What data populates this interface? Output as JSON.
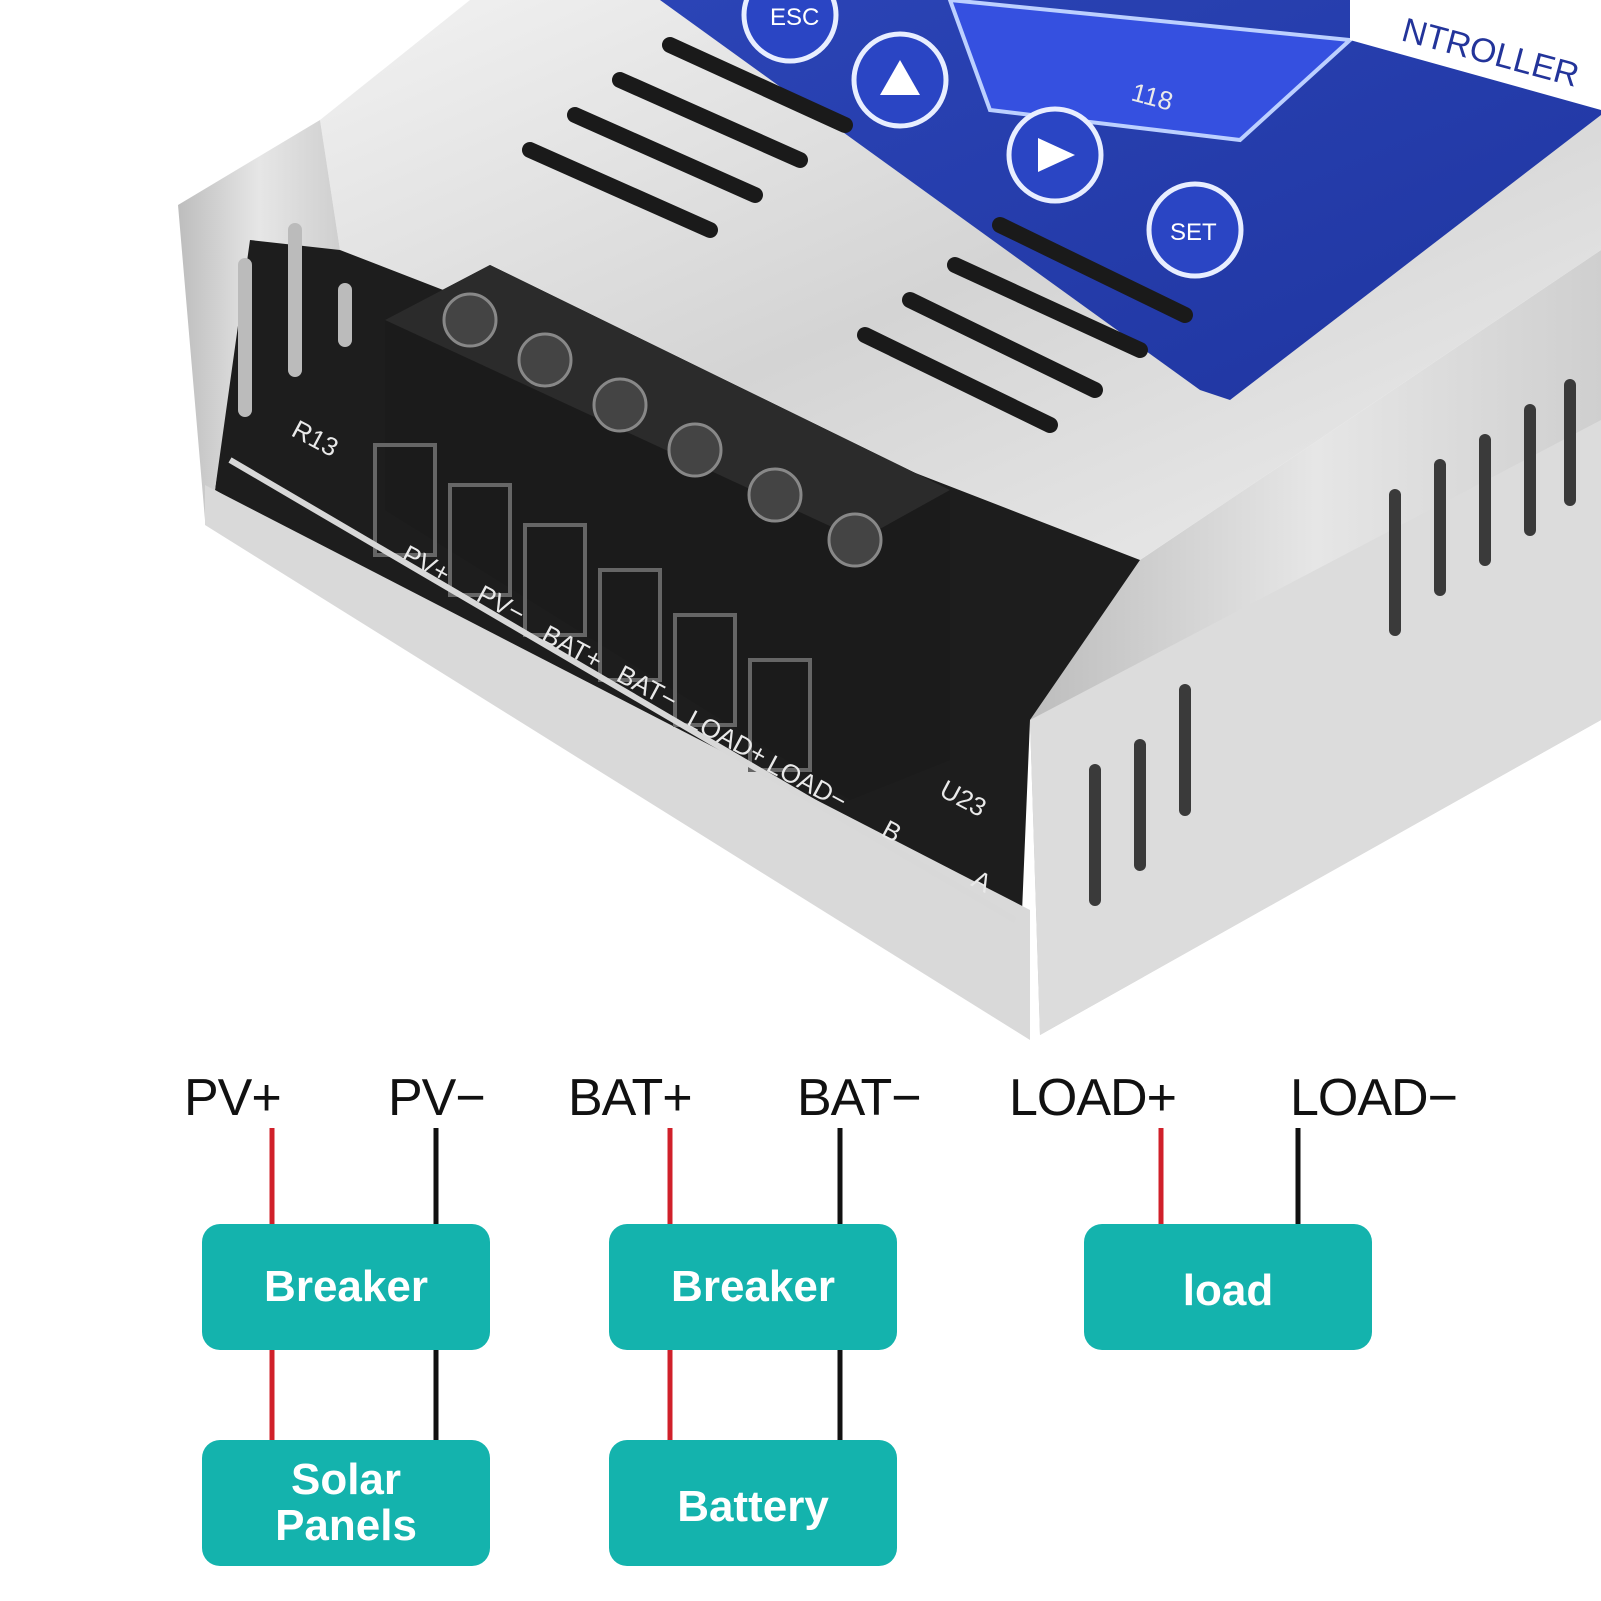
{
  "panel": {
    "brand_fragment": "NTROLLER",
    "lcd_readout": "118",
    "buttons": {
      "esc": "ESC",
      "up": "up-arrow-icon",
      "down": "down-arrow-icon",
      "set": "SET"
    }
  },
  "pcb": {
    "silkscreen": [
      "PV+",
      "PV−",
      "BAT+",
      "BAT−",
      "LOAD+",
      "LOAD−"
    ],
    "port_b": "B",
    "port_a": "A",
    "ref_r13": "R13",
    "ref_u23": "U23"
  },
  "terminals": [
    {
      "id": "pv-plus",
      "label": "PV+"
    },
    {
      "id": "pv-minus",
      "label": "PV−"
    },
    {
      "id": "bat-plus",
      "label": "BAT+"
    },
    {
      "id": "bat-minus",
      "label": "BAT−"
    },
    {
      "id": "load-plus",
      "label": "LOAD+"
    },
    {
      "id": "load-minus",
      "label": "LOAD−"
    }
  ],
  "boxes": {
    "solar_breaker": "Breaker",
    "solar_panels_line1": "Solar",
    "solar_panels_line2": "Panels",
    "battery_breaker": "Breaker",
    "battery": "Battery",
    "load": "load"
  },
  "colors": {
    "positive_wire": "#d0202a",
    "negative_wire": "#111111",
    "box": "#14b3ad",
    "lcd": "#2f3fb8",
    "panel": "#2b44b6"
  }
}
